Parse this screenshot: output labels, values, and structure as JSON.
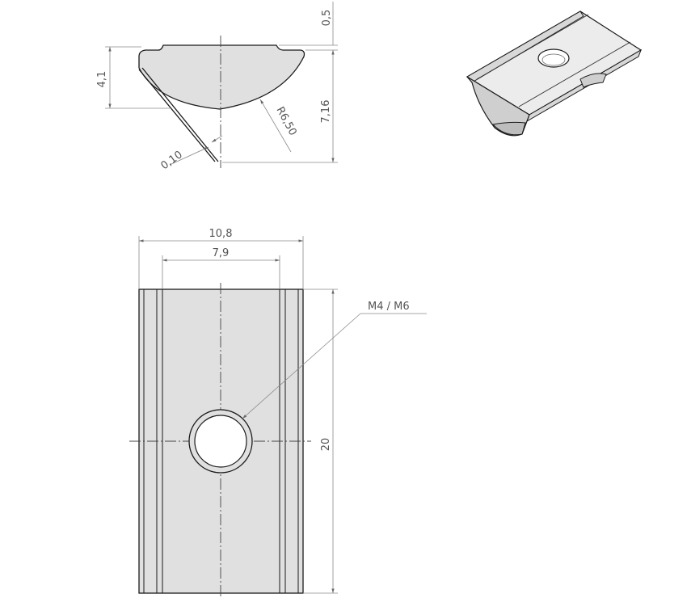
{
  "colors": {
    "part_fill": "#e0e0e0",
    "outline": "#1a1a1a",
    "dimension": "#8a8a8a",
    "text": "#555555",
    "background": "#ffffff"
  },
  "profile_view": {
    "dim_height": "4,1",
    "dim_top_offset": "0,5",
    "dim_total_height": "7,16",
    "dim_radius": "R6,50",
    "dim_tip": "0,10"
  },
  "top_view": {
    "dim_width_outer": "10,8",
    "dim_width_inner": "7,9",
    "dim_length": "20",
    "thread_label": "M4 / M6"
  }
}
